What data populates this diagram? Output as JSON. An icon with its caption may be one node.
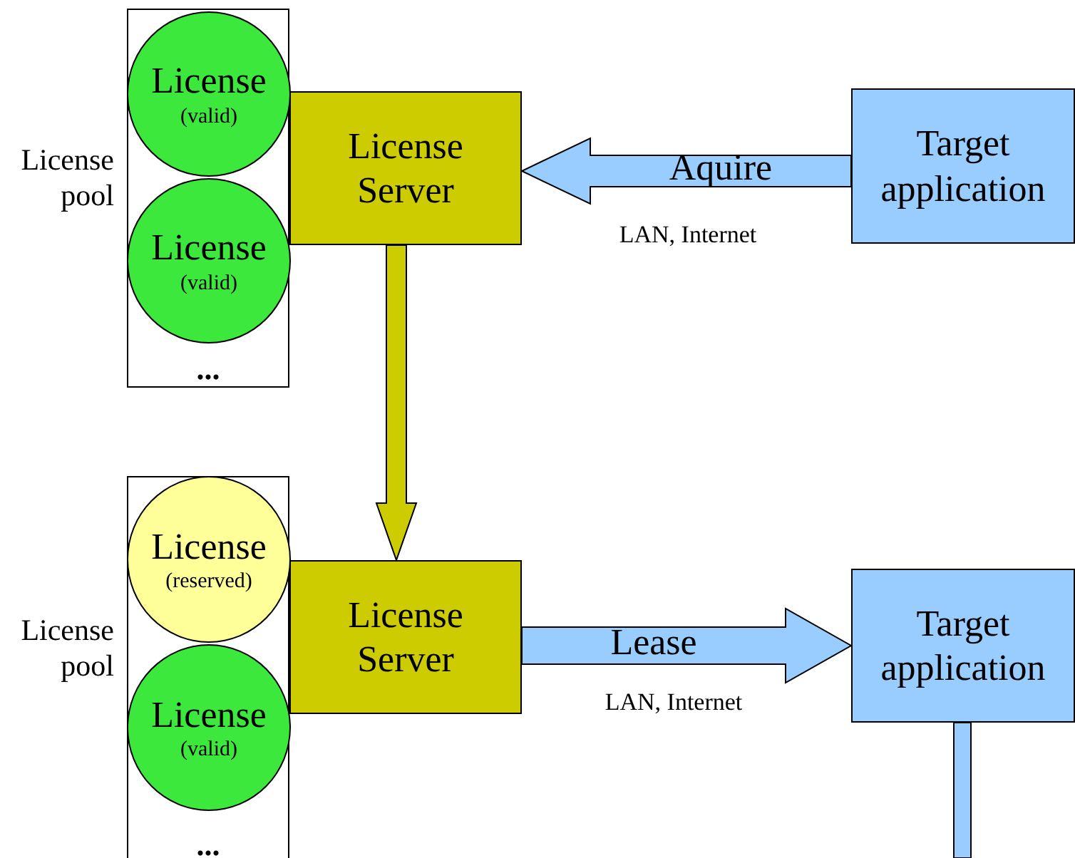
{
  "diagram": {
    "nodes": [
      {
        "text": [
          "..."
        ],
        "beside": [
          "License pool"
        ]
      },
      {
        "text": [
          "License",
          "(valid)"
        ],
        "in": 0
      },
      {
        "text": [
          "License",
          "(valid)"
        ],
        "in": 0
      },
      {
        "text": [
          "License Server"
        ]
      },
      {
        "text": [
          "Target application"
        ]
      },
      {
        "text": [
          "..."
        ],
        "beside": [
          "License pool"
        ]
      },
      {
        "text": [
          "License",
          "(reserved)"
        ],
        "in": 5
      },
      {
        "text": [
          "License",
          "(valid)"
        ],
        "in": 5
      },
      {
        "text": [
          "License Server"
        ]
      },
      {
        "text": [
          "Target application"
        ]
      }
    ],
    "edges": [
      {
        "from": 4,
        "to": 3,
        "arrow": "to",
        "label": "Aquire"
      },
      {
        "from": 3,
        "to": 8,
        "arrow": "to",
        "color": "#cccc00"
      },
      {
        "from": 8,
        "to": 9,
        "arrow": "to",
        "label": "Lease"
      },
      {
        "from": 9,
        "to": null,
        "arrow": "none"
      }
    ],
    "labels": [
      "LAN, Internet",
      "LAN, Internet"
    ]
  }
}
